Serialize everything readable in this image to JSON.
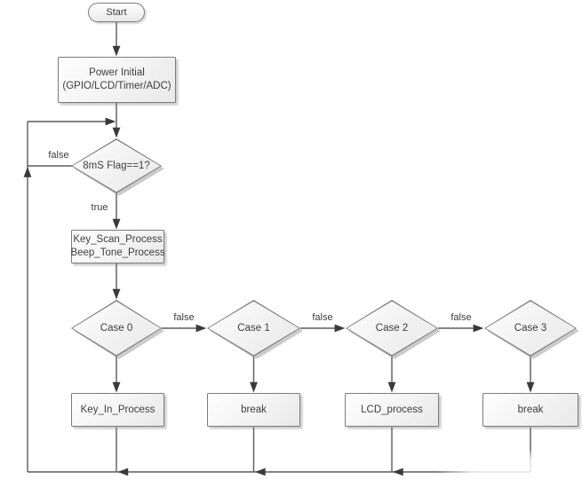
{
  "diagram": {
    "nodes": {
      "start": {
        "label": "Start"
      },
      "power_initial": {
        "line1": "Power Initial",
        "line2": "(GPIO/LCD/Timer/ADC)"
      },
      "flag_decision": {
        "label": "8mS Flag==1?"
      },
      "key_scan": {
        "line1": "Key_Scan_Process",
        "line2": "Beep_Tone_Process"
      },
      "case0": {
        "label": "Case 0"
      },
      "case1": {
        "label": "Case 1"
      },
      "case2": {
        "label": "Case 2"
      },
      "case3": {
        "label": "Case 3"
      },
      "key_in": {
        "label": "Key_In_Process"
      },
      "break1": {
        "label": "break"
      },
      "lcd": {
        "label": "LCD_process"
      },
      "break2": {
        "label": "break"
      }
    },
    "edge_labels": {
      "flag_false": "false",
      "flag_true": "true",
      "case0_false": "false",
      "case1_false": "false",
      "case2_false": "false"
    },
    "colors": {
      "background": "#ffffff",
      "shape_border": "#7c7c7c",
      "shape_fill_top": "#fefefe",
      "shape_fill_bottom": "#e9e9e9",
      "connector": "#5b5b5b",
      "arrow": "#3a3a3a",
      "text": "#3d3d3d"
    }
  }
}
